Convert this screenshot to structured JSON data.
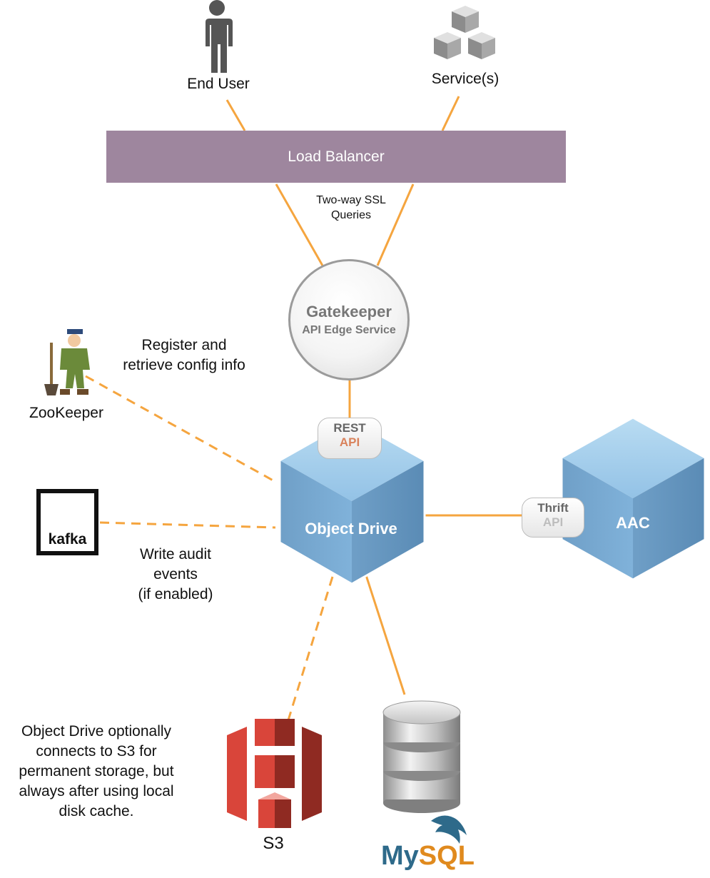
{
  "nodes": {
    "end_user": "End User",
    "services": "Service(s)",
    "load_balancer": "Load Balancer",
    "gatekeeper_title": "Gatekeeper",
    "gatekeeper_subtitle": "API Edge Service",
    "rest_api_line1": "REST",
    "rest_api_line2": "API",
    "object_drive": "Object Drive",
    "thrift_api_line1": "Thrift",
    "thrift_api_line2": "API",
    "aac": "AAC",
    "zookeeper": "ZooKeeper",
    "kafka": "kafka",
    "s3": "S3",
    "mysql_my": "My",
    "mysql_sql": "SQL"
  },
  "annotations": {
    "ssl_line1": "Two-way SSL",
    "ssl_line2": "Queries",
    "register_line1": "Register and",
    "register_line2": "retrieve config info",
    "audit_line1": "Write audit",
    "audit_line2": "events",
    "audit_line3": "(if enabled)",
    "s3_note_line1": "Object Drive optionally",
    "s3_note_line2": "connects to S3 for",
    "s3_note_line3": "permanent storage, but",
    "s3_note_line4": "always after using local",
    "s3_note_line5": "disk cache."
  },
  "colors": {
    "connector": "#f5a53f",
    "load_balancer": "#9e869e",
    "cube_front": "#7aaed6",
    "s3_red": "#d9453a",
    "gatekeeper_border": "#9b9b9b"
  },
  "icons": [
    "person-icon",
    "services-cubes-icon",
    "zookeeper-mascot-icon",
    "kafka-logo-icon",
    "s3-bucket-icon",
    "database-icon",
    "mysql-dolphin-icon"
  ]
}
